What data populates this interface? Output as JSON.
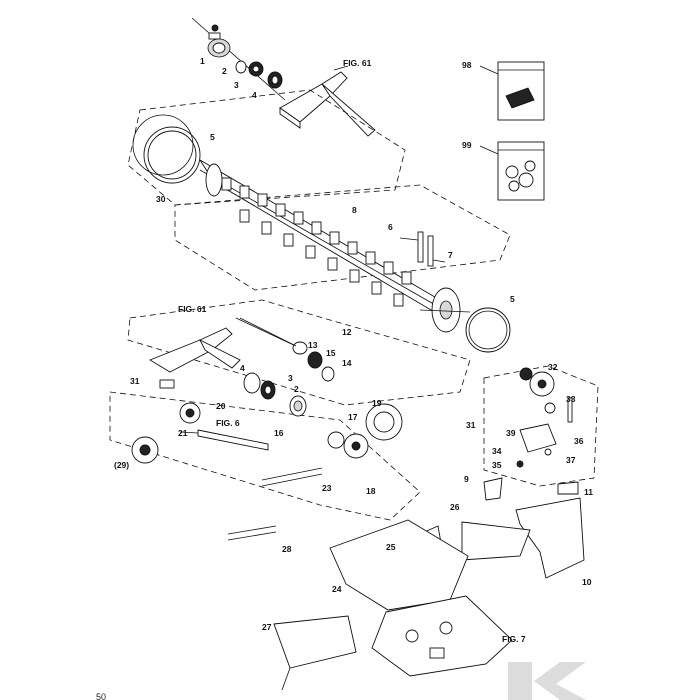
{
  "diagram": {
    "page_number": "50",
    "figure_refs": [
      "FIG. 61",
      "FIG. 61",
      "FIG. 6",
      "FIG. 7"
    ],
    "callouts": [
      "1",
      "2",
      "3",
      "4",
      "5",
      "30",
      "8",
      "6",
      "7",
      "5",
      "12",
      "13",
      "15",
      "14",
      "31",
      "4",
      "3",
      "2",
      "20",
      "21",
      "16",
      "17",
      "19",
      "(29)",
      "23",
      "18",
      "28",
      "32",
      "33",
      "31",
      "39",
      "34",
      "35",
      "36",
      "37",
      "9",
      "11",
      "26",
      "25",
      "10",
      "24",
      "27",
      "98",
      "99"
    ]
  }
}
